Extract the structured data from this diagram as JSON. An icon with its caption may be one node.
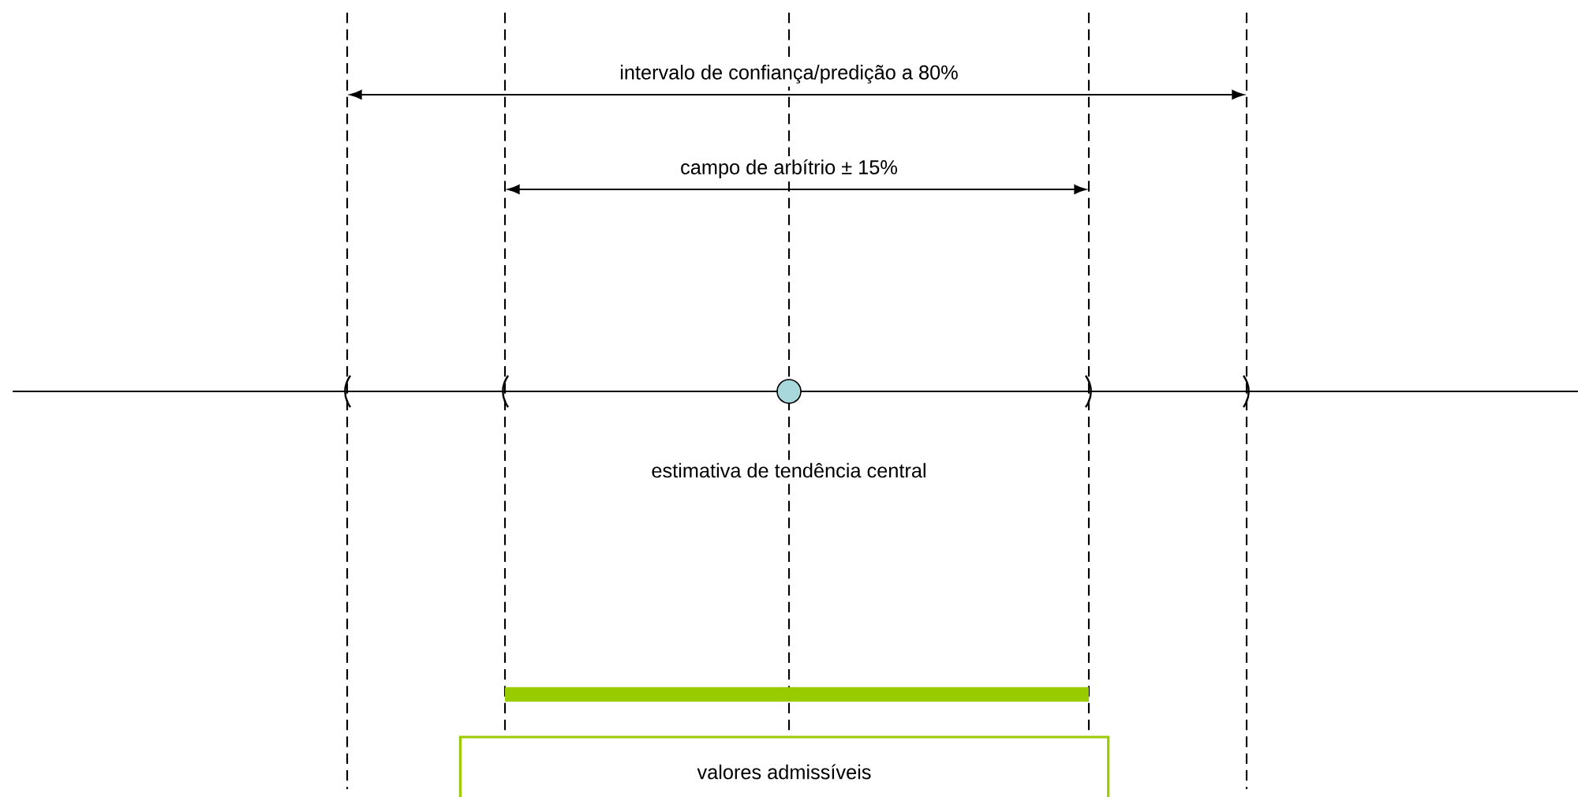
{
  "diagram": {
    "nodes": [
      {
        "text": [
          "valores admissíveis"
        ]
      }
    ],
    "labels": [
      "intervalo de confiança/predição a 80%",
      "campo de arbítrio ± 15%",
      "estimativa de tendência central"
    ]
  }
}
